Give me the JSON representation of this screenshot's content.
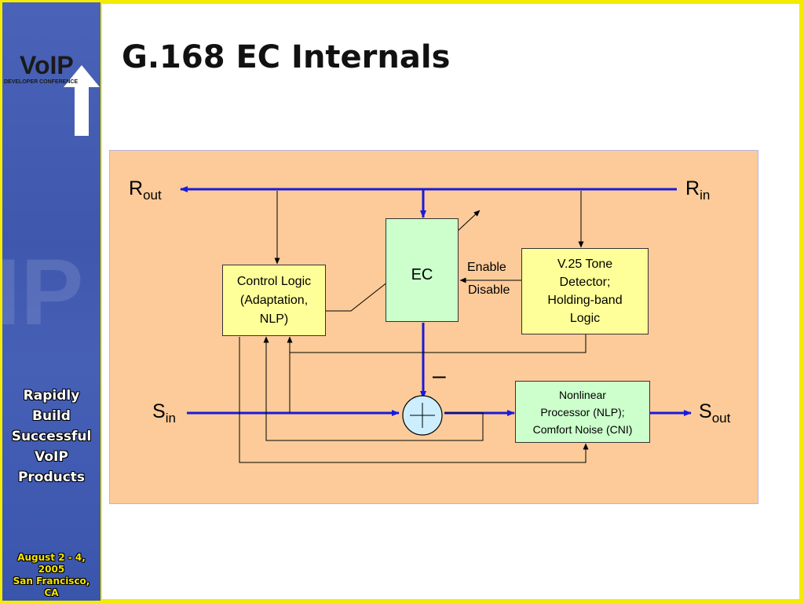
{
  "sidebar": {
    "logo_text": "VoIP",
    "logo_subtitle": "DEVELOPER CONFERENCE",
    "tagline_lines": [
      "Rapidly",
      "Build",
      "Successful",
      "VoIP",
      "Products"
    ],
    "date_lines": [
      "August 2 - 4,",
      "2005",
      "San Francisco,",
      "CA"
    ]
  },
  "slide": {
    "title": "G.168 EC Internals"
  },
  "diagram": {
    "signals": {
      "r_out": {
        "base": "R",
        "sub": "out"
      },
      "r_in": {
        "base": "R",
        "sub": "in"
      },
      "s_in": {
        "base": "S",
        "sub": "in"
      },
      "s_out": {
        "base": "S",
        "sub": "out"
      }
    },
    "boxes": {
      "ec": "EC",
      "control_logic": [
        "Control Logic",
        "(Adaptation,",
        "NLP)"
      ],
      "tone_detector": [
        "V.25 Tone",
        "Detector;",
        "Holding-band",
        "Logic"
      ],
      "nlp": [
        "Nonlinear",
        "Processor (NLP);",
        "Comfort Noise (CNI)"
      ]
    },
    "labels": {
      "enable": "Enable",
      "disable": "Disable",
      "minus": "–"
    },
    "colors": {
      "signal_line": "#1a1adc",
      "ec_box": "#ccffcc",
      "logic_box": "#ffff99",
      "nlp_box": "#ccffcc",
      "summer": "#cceeff",
      "panel": "#fccb99"
    }
  }
}
